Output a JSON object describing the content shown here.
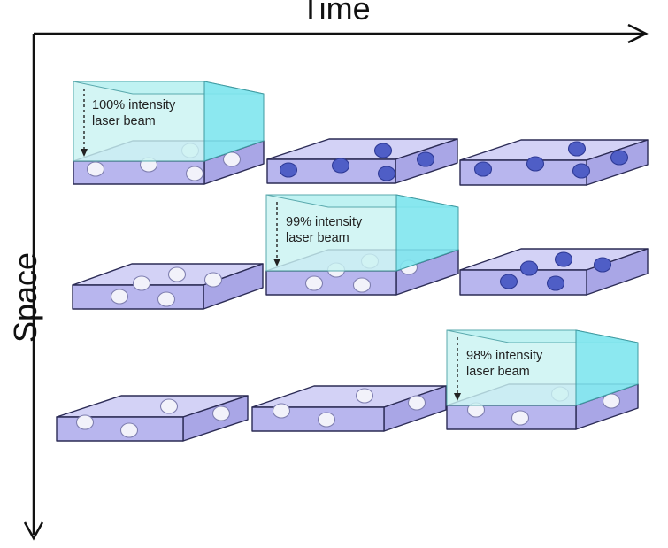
{
  "axes": {
    "time_label": "Time",
    "space_label": "Space"
  },
  "beams": [
    {
      "line1": "100% intensity",
      "line2": "laser beam"
    },
    {
      "line1": "99% intensity",
      "line2": "laser beam"
    },
    {
      "line1": "98% intensity",
      "line2": "laser beam"
    }
  ],
  "grid": {
    "rows": 3,
    "columns": 3,
    "dark_dot_slabs": [
      "row1-col2",
      "row1-col3",
      "row2-col3"
    ]
  },
  "colors": {
    "slab_top": "#d3d2f6",
    "slab_front": "#b8b6ee",
    "slab_side": "#a9a6e6",
    "slab_stroke": "#2b2b55",
    "beam_front": "#c9f3f1",
    "beam_side": "#7fe6ee",
    "beam_top": "#b2f0f0",
    "dot_dark": "#4f5ec6",
    "dot_light": "#f2f2fa",
    "axis": "#111111"
  }
}
